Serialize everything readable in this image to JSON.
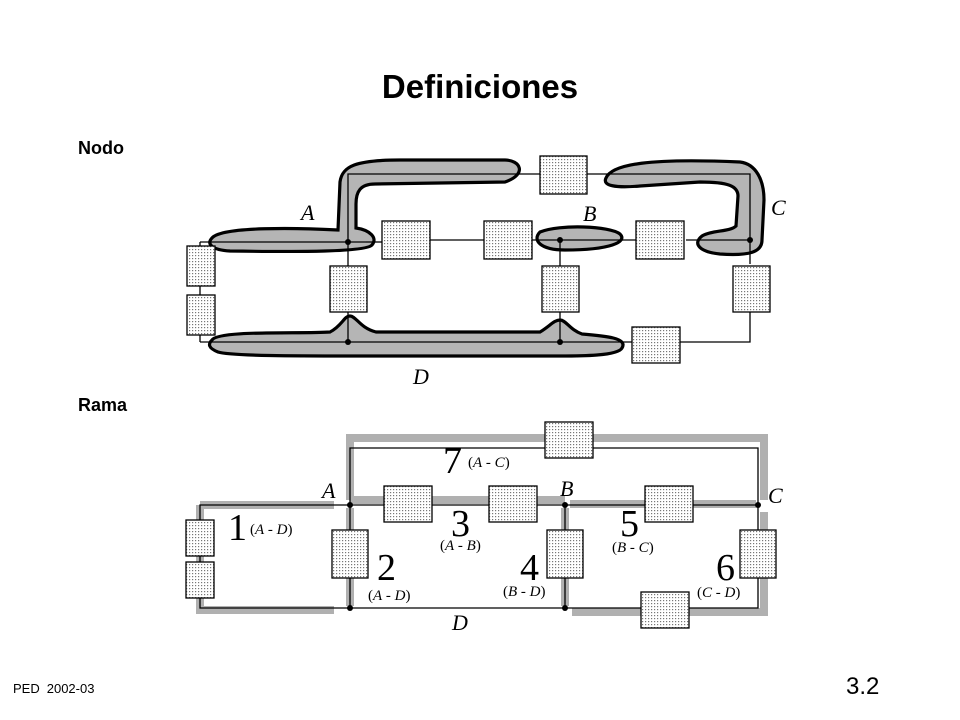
{
  "slide": {
    "title": "Definiciones",
    "footer_course": "PED",
    "footer_year": "2002-03",
    "page_number": "3.2"
  },
  "nodo": {
    "heading": "Nodo",
    "labels": [
      "A",
      "B",
      "C",
      "D"
    ]
  },
  "rama": {
    "heading": "Rama",
    "node_labels": [
      "A",
      "B",
      "C",
      "D"
    ],
    "branches": [
      {
        "number": "1",
        "from": "A",
        "to": "D"
      },
      {
        "number": "2",
        "from": "A",
        "to": "D"
      },
      {
        "number": "3",
        "from": "A",
        "to": "B"
      },
      {
        "number": "4",
        "from": "B",
        "to": "D"
      },
      {
        "number": "5",
        "from": "B",
        "to": "C"
      },
      {
        "number": "6",
        "from": "C",
        "to": "D"
      },
      {
        "number": "7",
        "from": "A",
        "to": "C"
      }
    ]
  },
  "colors": {
    "highlight": "#b0b0b0",
    "node_blob": "#b5b5b5"
  }
}
